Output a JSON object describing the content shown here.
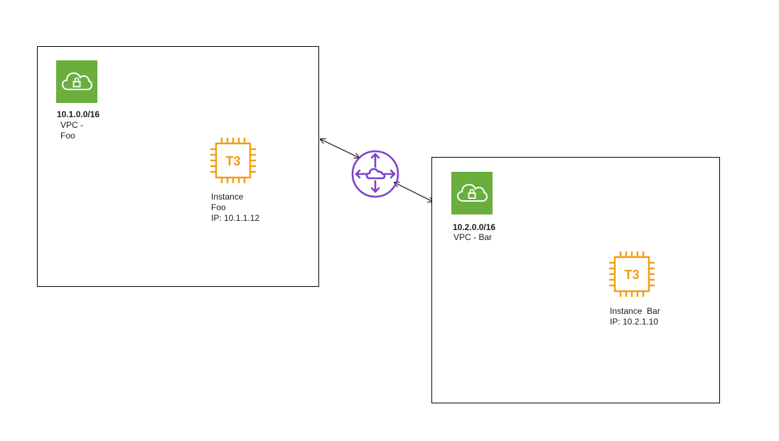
{
  "vpcs": [
    {
      "cidr": "10.1.0.0/16",
      "name": "VPC -\nFoo",
      "instance": {
        "type": "T3",
        "label": "Instance\nFoo\nIP: 10.1.1.12"
      }
    },
    {
      "cidr": "10.2.0.0/16",
      "name": "VPC - Bar",
      "instance": {
        "type": "T3",
        "label": "Instance  Bar\nIP: 10.2.1.10"
      }
    }
  ],
  "colors": {
    "vpc_green": "#6aae3e",
    "instance_orange": "#f39c12",
    "gateway_purple": "#7b42c9"
  },
  "icons": {
    "vpc": "vpc-lock-cloud-icon",
    "instance": "t3-instance-chip-icon",
    "gateway": "transit-gateway-icon"
  }
}
